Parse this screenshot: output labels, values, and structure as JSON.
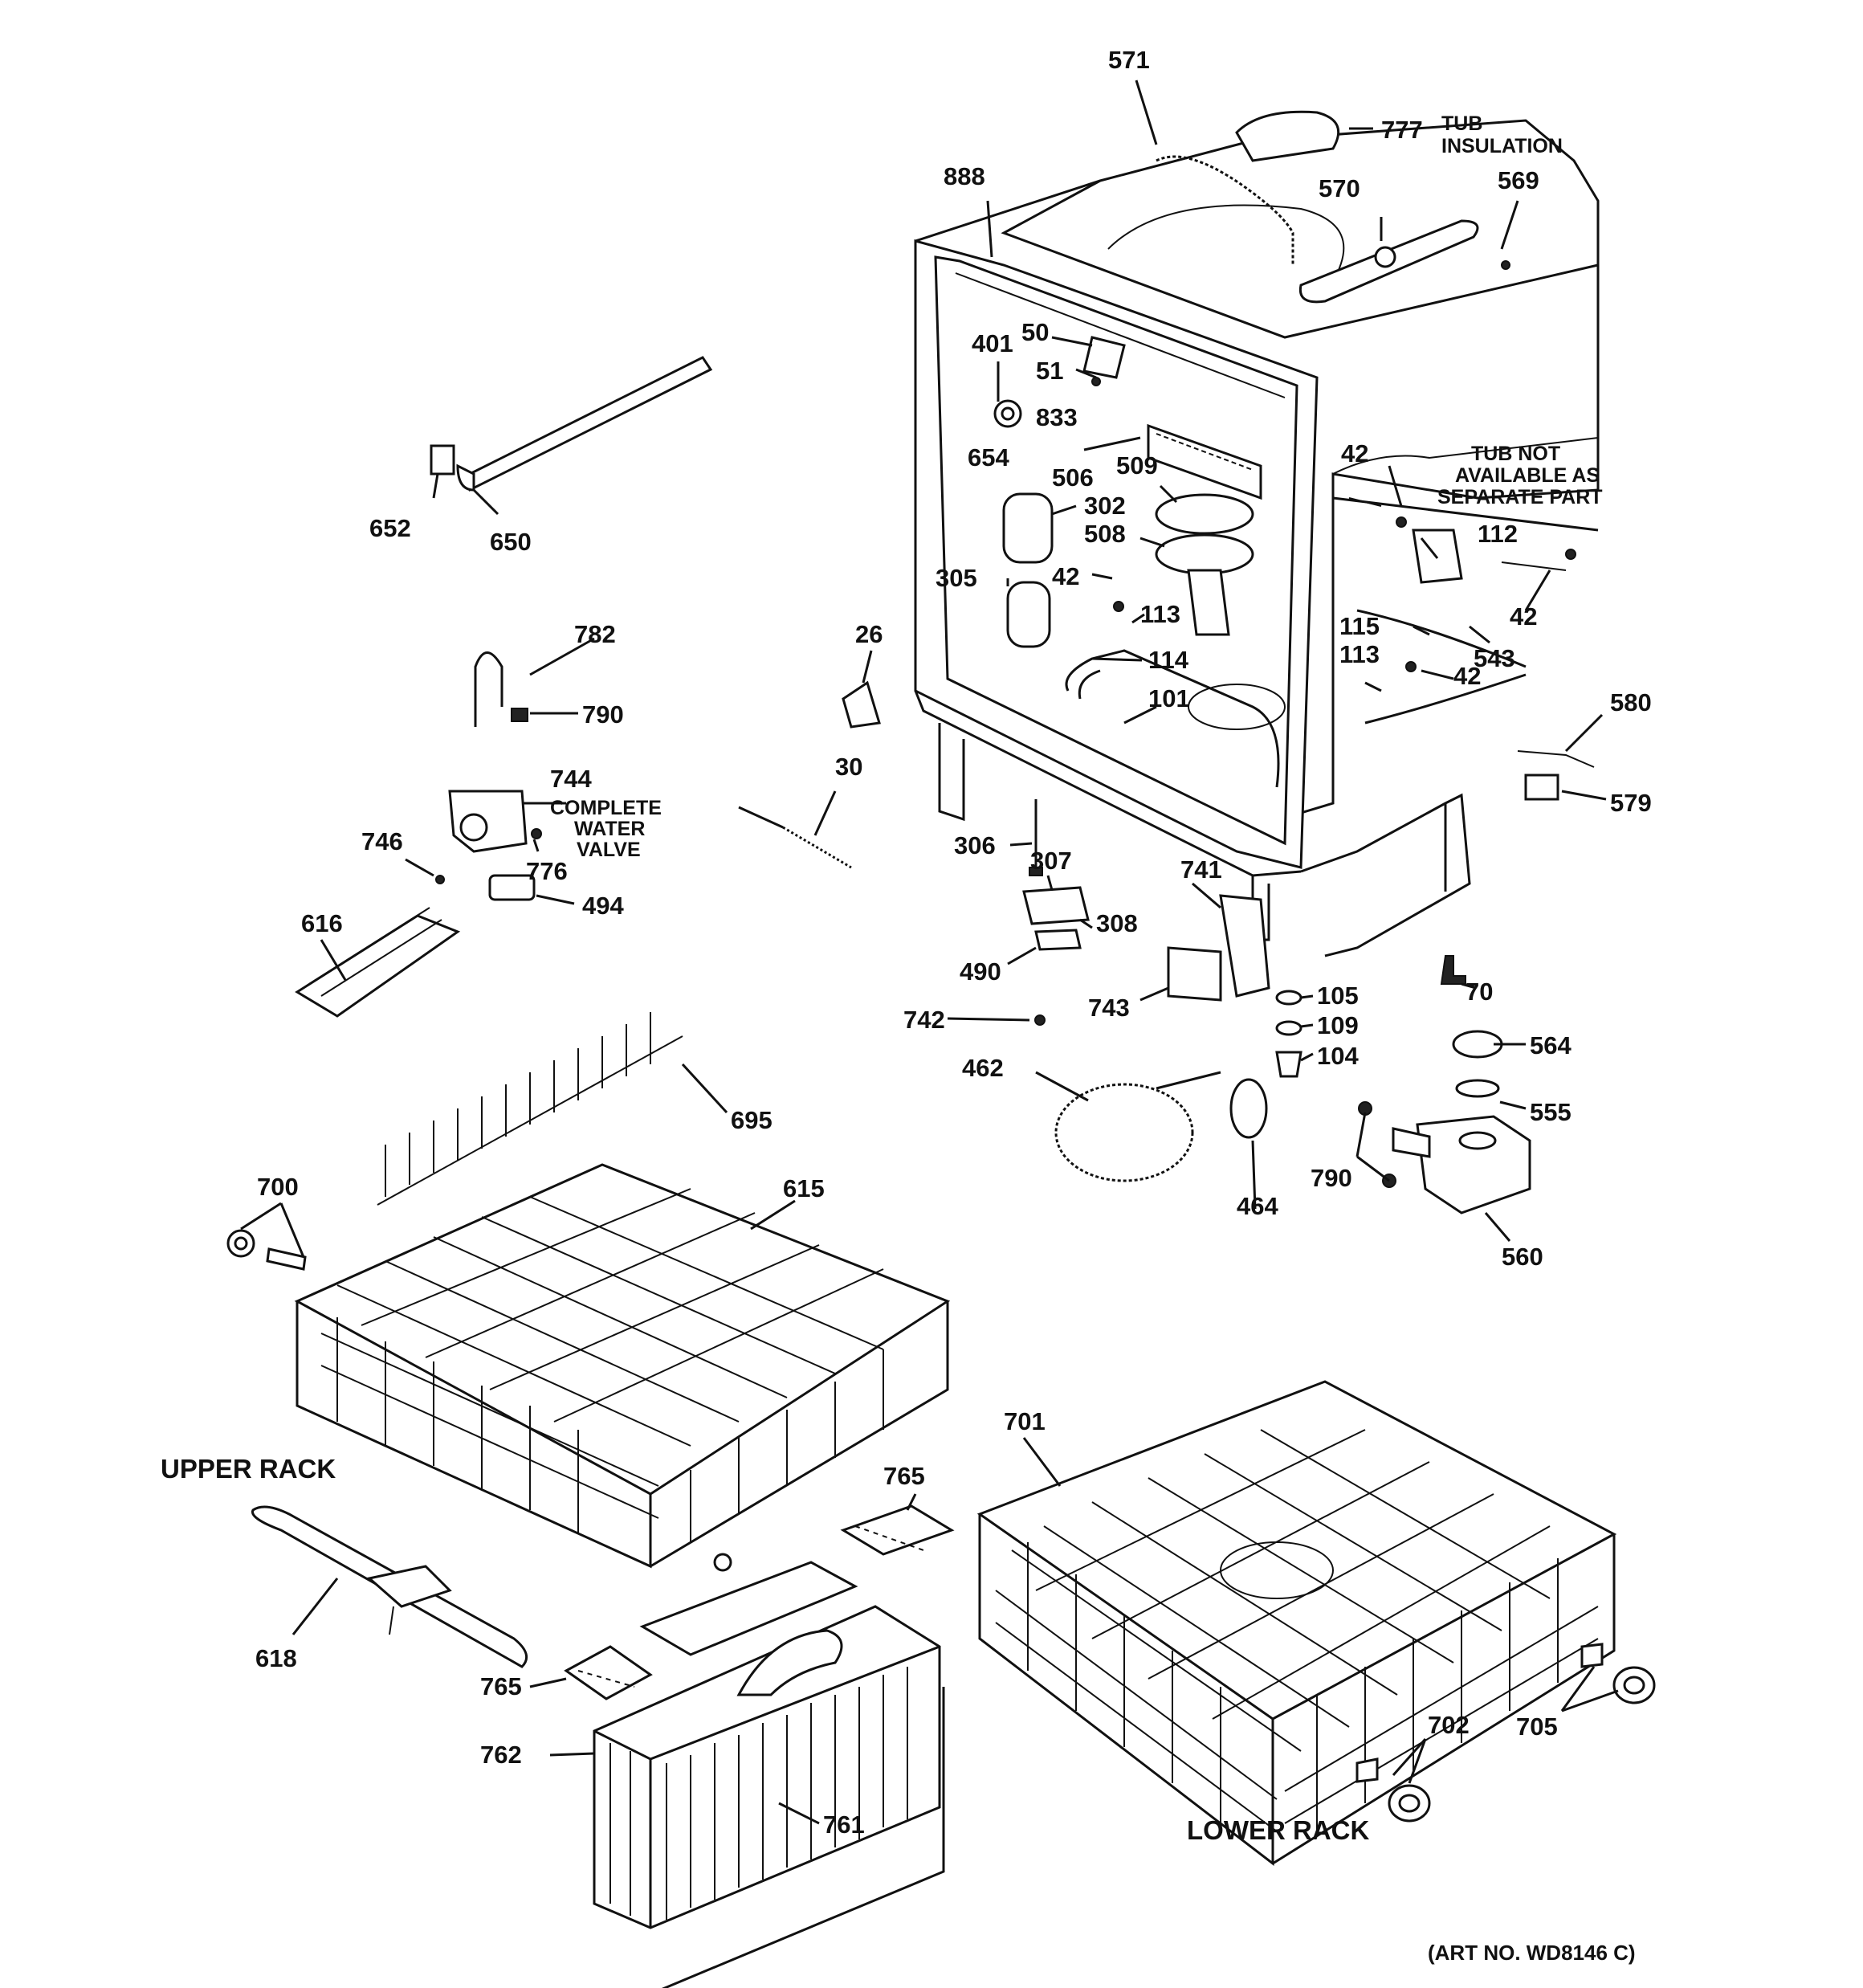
{
  "labels": {
    "p571": "571",
    "p777": "777",
    "tub_insulation_1": "TUB",
    "tub_insulation_2": "INSULATION",
    "p888": "888",
    "p570": "570",
    "p569": "569",
    "p401": "401",
    "p50": "50",
    "p51": "51",
    "p833": "833",
    "p654": "654",
    "p506": "506",
    "p509": "509",
    "p302": "302",
    "p508": "508",
    "p305": "305",
    "p42a": "42",
    "p42b": "42",
    "p42c": "42",
    "p42d": "42",
    "p113a": "113",
    "p113b": "113",
    "p114": "114",
    "p101": "101",
    "p112": "112",
    "p115": "115",
    "p543": "543",
    "tub_note_1": "TUB NOT",
    "tub_note_2": "AVAILABLE AS",
    "tub_note_3": "SEPARATE PART",
    "p652": "652",
    "p650": "650",
    "p782": "782",
    "p790a": "790",
    "p744": "744",
    "valve_1": "COMPLETE",
    "valve_2": "WATER",
    "valve_3": "VALVE",
    "p746": "746",
    "p776": "776",
    "p494": "494",
    "p26": "26",
    "p30": "30",
    "p580": "580",
    "p579": "579",
    "p306": "306",
    "p307": "307",
    "p741": "741",
    "p308": "308",
    "p490": "490",
    "p743": "743",
    "p742": "742",
    "p105": "105",
    "p109": "109",
    "p104": "104",
    "p70": "70",
    "p564": "564",
    "p555": "555",
    "p462": "462",
    "p464": "464",
    "p790b": "790",
    "p560": "560",
    "p616": "616",
    "p695": "695",
    "p700": "700",
    "p615": "615",
    "upper_rack": "UPPER RACK",
    "p765a": "765",
    "p701": "701",
    "p618": "618",
    "p765b": "765",
    "p762": "762",
    "p761": "761",
    "p702": "702",
    "p705": "705",
    "lower_rack": "LOWER RACK",
    "art_no": "(ART NO. WD8146 C)"
  }
}
